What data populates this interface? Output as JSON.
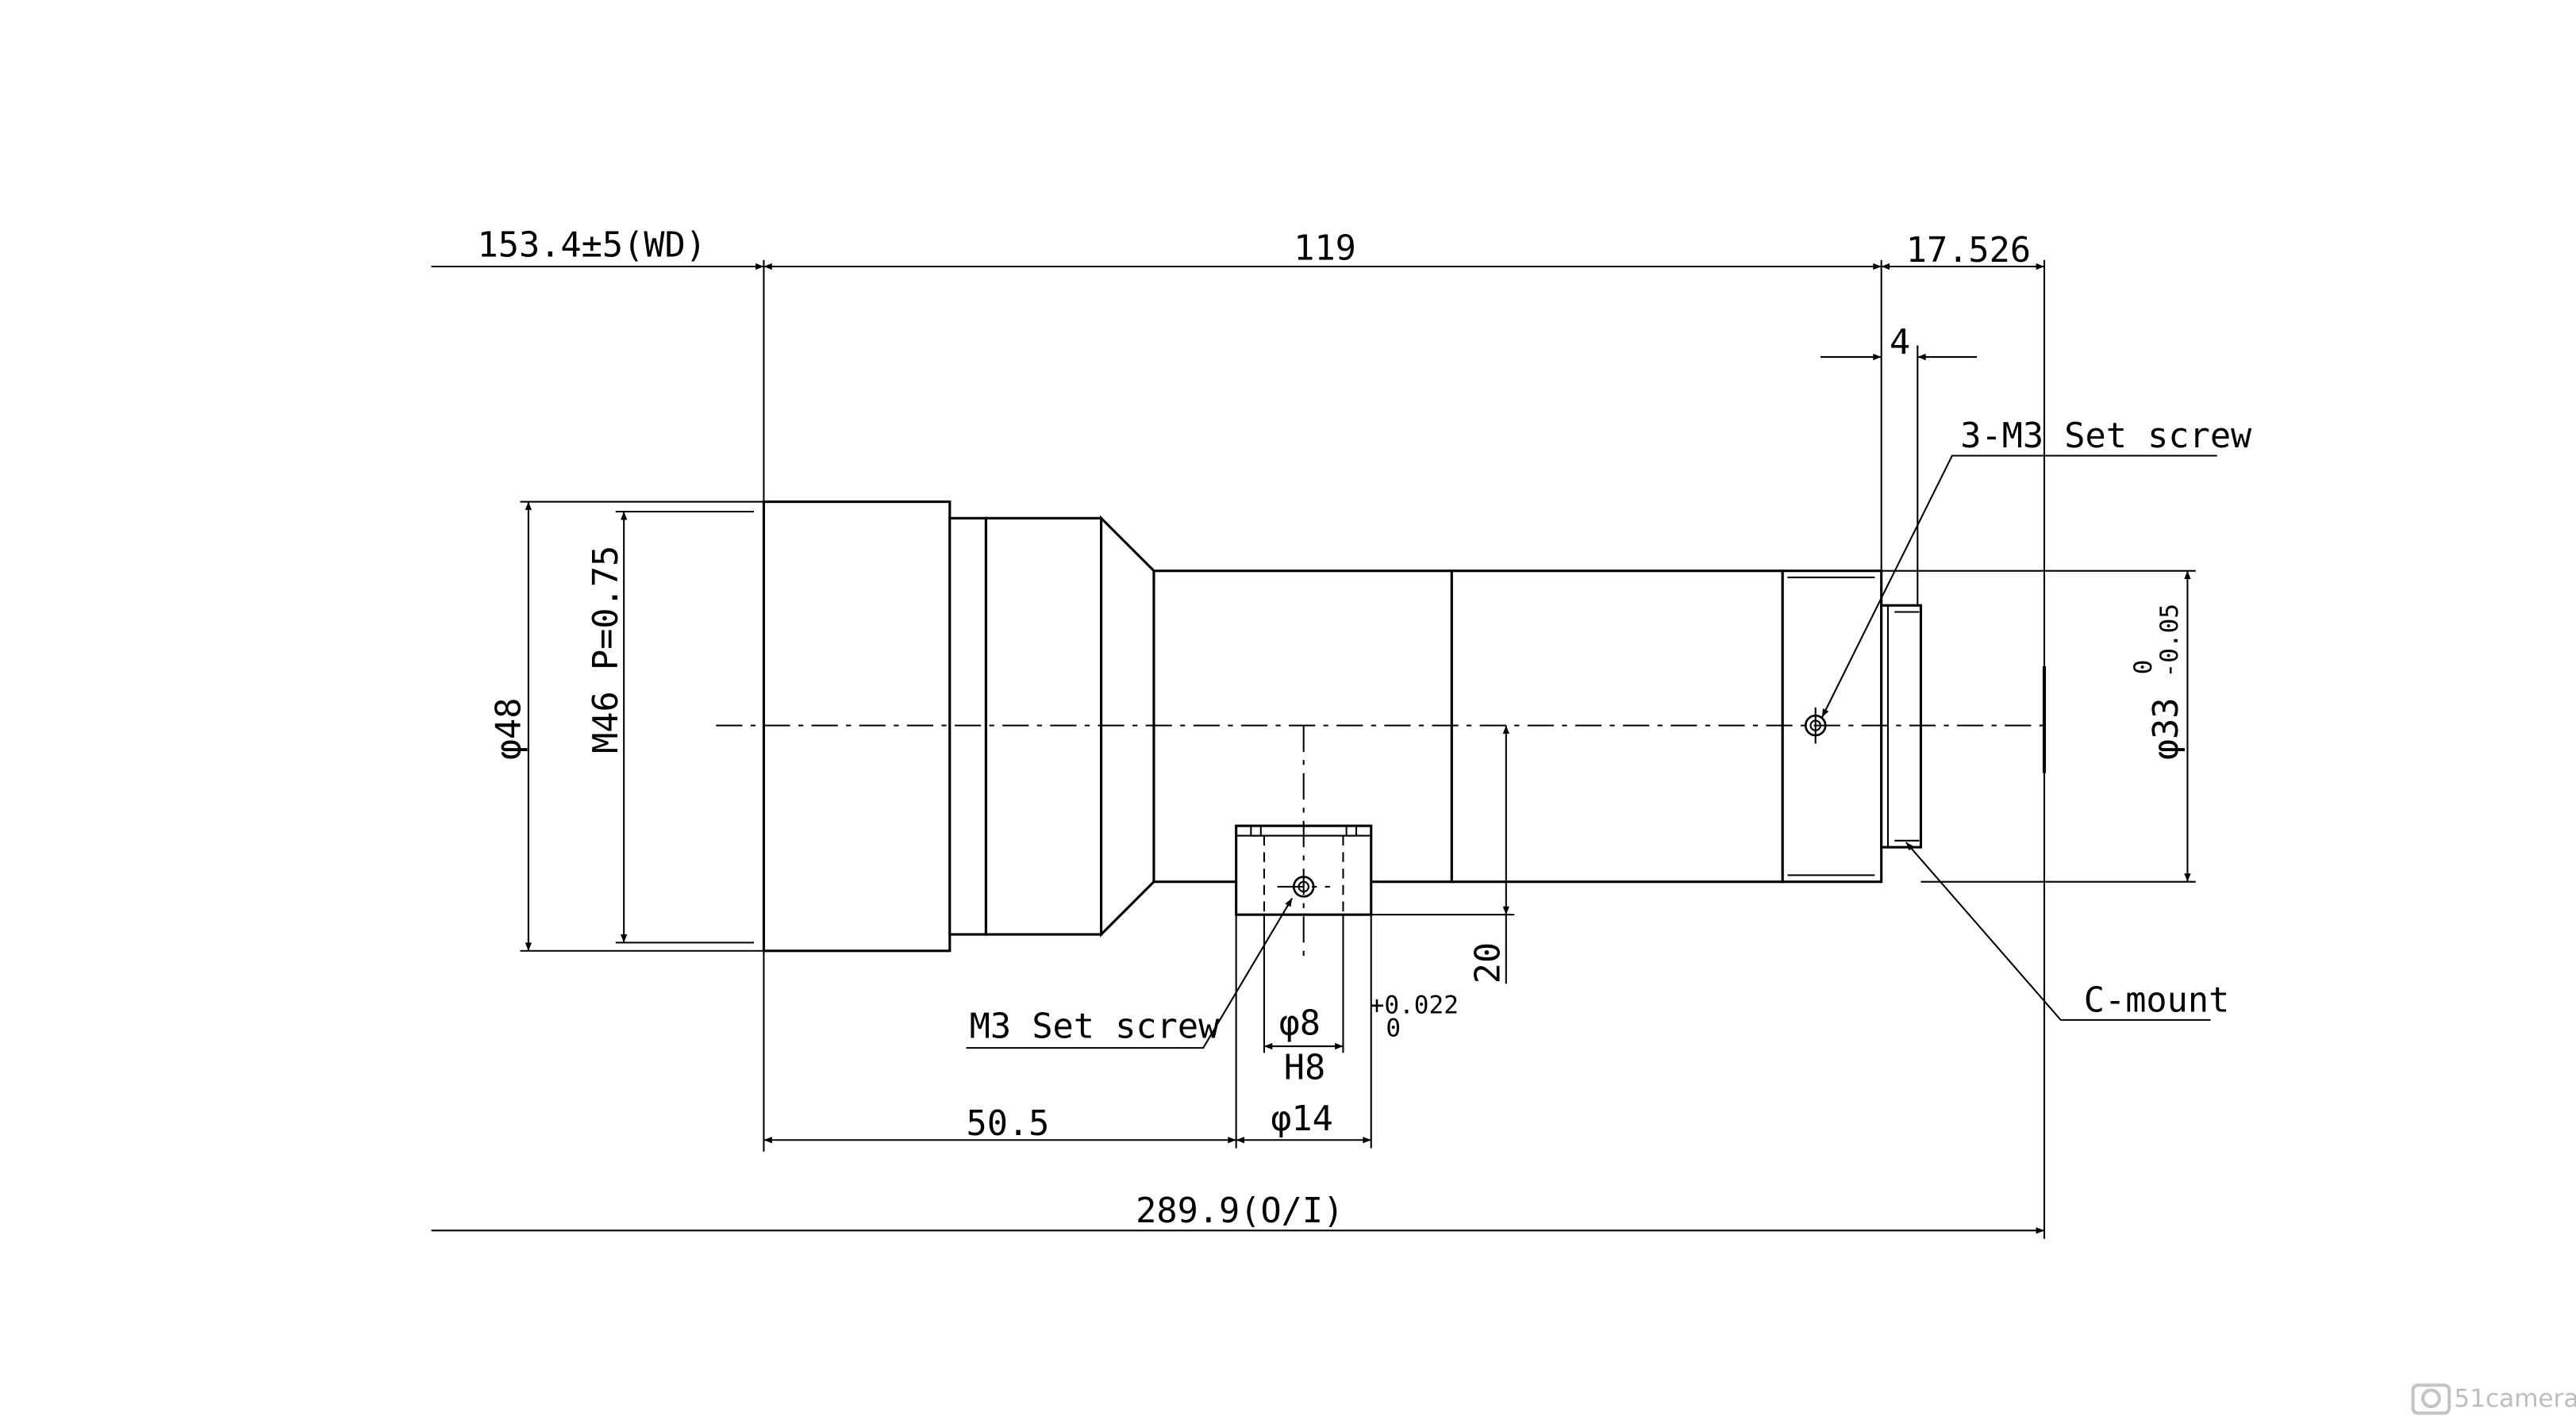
{
  "dimensions": {
    "working_distance": "153.4±5(WD)",
    "lens_length": "119",
    "flange_back": "17.526",
    "screw_offset": "4",
    "mount_to_shaft": "50.5",
    "shaft_height": "20",
    "total_length": "289.9(O/I)",
    "body_diameter": "φ48",
    "filter_thread": "M46 P=0.75",
    "mount_diameter": "φ33",
    "mount_tol_upper": "0",
    "mount_tol_lower": "-0.05",
    "shaft_diameter": "φ8",
    "shaft_tol_upper": "+0.022",
    "shaft_tol_lower": "0",
    "shaft_fit": "H8",
    "boss_diameter": "φ14"
  },
  "callouts": {
    "top_screw": "3-M3 Set screw",
    "bottom_screw": "M3 Set screw",
    "mount": "C-mount"
  },
  "watermark": {
    "brand": "51camera",
    "icon": "camera-logo-icon"
  }
}
